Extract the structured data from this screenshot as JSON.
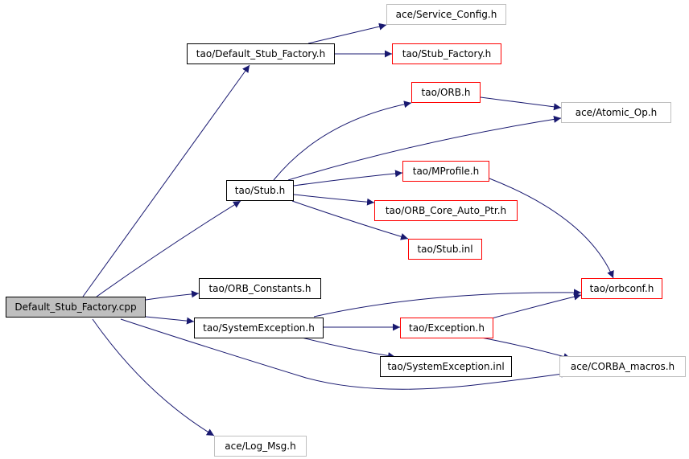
{
  "diagram": {
    "edge_color": "#191970",
    "border_colors": {
      "documented": "#000000",
      "incomplete": "#ff0000",
      "external": "#bfbfbf",
      "root_fill": "#bfbfbf"
    },
    "nodes": {
      "root": "Default_Stub_Factory.cpp",
      "default_stub_factory_h": "tao/Default_Stub_Factory.h",
      "service_config_h": "ace/Service_Config.h",
      "stub_factory_h": "tao/Stub_Factory.h",
      "orb_h": "tao/ORB.h",
      "atomic_op_h": "ace/Atomic_Op.h",
      "stub_h": "tao/Stub.h",
      "mprofile_h": "tao/MProfile.h",
      "orb_core_auto_ptr_h": "tao/ORB_Core_Auto_Ptr.h",
      "stub_inl": "tao/Stub.inl",
      "orb_constants_h": "tao/ORB_Constants.h",
      "orbconf_h": "tao/orbconf.h",
      "system_exception_h": "tao/SystemException.h",
      "exception_h": "tao/Exception.h",
      "system_exception_inl": "tao/SystemException.inl",
      "corba_macros_h": "ace/CORBA_macros.h",
      "log_msg_h": "ace/Log_Msg.h"
    }
  }
}
